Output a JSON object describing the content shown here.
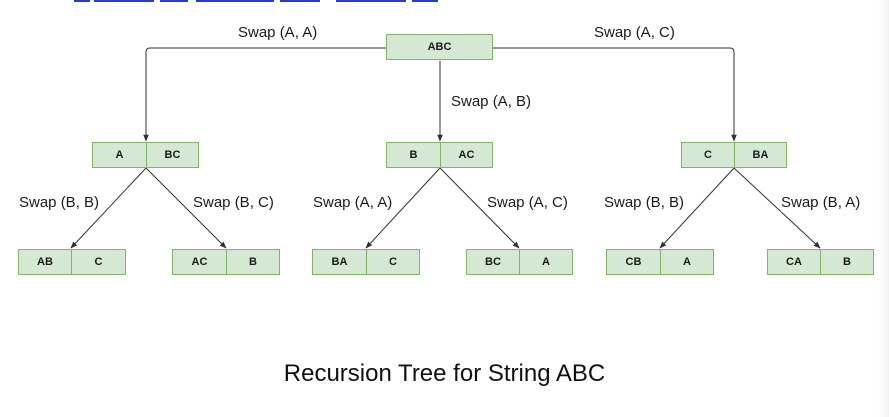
{
  "diagram": {
    "root": {
      "cells": [
        "ABC"
      ]
    },
    "level1": [
      {
        "cells": [
          "A",
          "BC"
        ],
        "edge_label": "Swap (A, A)"
      },
      {
        "cells": [
          "B",
          "AC"
        ],
        "edge_label": "Swap (A, B)"
      },
      {
        "cells": [
          "C",
          "BA"
        ],
        "edge_label": "Swap (A, C)"
      }
    ],
    "level2": [
      {
        "cells": [
          "AB",
          "C"
        ],
        "edge_label": "Swap (B, B)"
      },
      {
        "cells": [
          "AC",
          "B"
        ],
        "edge_label": "Swap (B, C)"
      },
      {
        "cells": [
          "BA",
          "C"
        ],
        "edge_label": "Swap (A, A)"
      },
      {
        "cells": [
          "BC",
          "A"
        ],
        "edge_label": "Swap (A, C)"
      },
      {
        "cells": [
          "CB",
          "A"
        ],
        "edge_label": "Swap (B, B)"
      },
      {
        "cells": [
          "CA",
          "B"
        ],
        "edge_label": "Swap (B, A)"
      }
    ],
    "caption": "Recursion Tree for String ABC"
  },
  "colors": {
    "node_fill": "#d5e8d4",
    "node_border": "#82b366",
    "edge": "#333333",
    "top_strip_text": "#2a3fbf"
  }
}
